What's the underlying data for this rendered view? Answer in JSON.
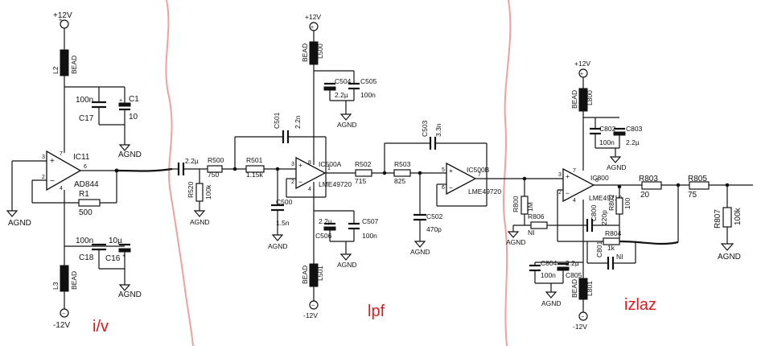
{
  "sections": {
    "iv": "i/v",
    "lpf": "lpf",
    "izlaz": "izlaz"
  },
  "colors": {
    "section_label": "#e0181c",
    "divider": "#f0a0a0",
    "wire": "#111111"
  },
  "rails": {
    "pos": "+12V",
    "neg": "-12V",
    "gnd": "AGND"
  },
  "iv": {
    "ic": "IC11",
    "part": "AD844",
    "bead_top": "L2",
    "bead_bot": "L3",
    "bead": "BEAD",
    "c1": "C1",
    "c1_val": "10",
    "c17": "C17",
    "c17_val": "100n",
    "c18": "C18",
    "c18_val": "100n",
    "c16": "C16",
    "c16_val": "10µ",
    "r1": "R1",
    "r1_val": "500",
    "pins": {
      "p7": "7",
      "p6": "6",
      "p4": "4",
      "p3": "3",
      "p2": "2"
    }
  },
  "lpf": {
    "cin": "2.2µ",
    "r500": "R500",
    "r500_val": "750",
    "r520": "R520",
    "r520_val": "100k",
    "r501": "R501",
    "r501_val": "1.15k",
    "c501": "C501",
    "c501_val": "2.2n",
    "c500": "C500",
    "c500_val": "1.5n",
    "ic_a": "IC500A",
    "part": "LME49720",
    "l500": "L500",
    "l501": "L501",
    "bead": "BEAD",
    "c504": "C504",
    "c504_val": "2.2µ",
    "c505": "C505",
    "c505_val": "100n",
    "c506": "C506",
    "c506_val": "2.2µ",
    "c507": "C507",
    "c507_val": "100n",
    "r502": "R502",
    "r502_val": "715",
    "r503": "R503",
    "r503_val": "825",
    "c503": "C503",
    "c503_val": "3.3n",
    "c502": "C502",
    "c502_val": "470p",
    "ic_b": "IC500B",
    "pins": {
      "p8": "8",
      "p3": "3",
      "p2": "2",
      "p1": "1",
      "p4": "4",
      "p5": "5",
      "p6": "6",
      "p7": "7"
    }
  },
  "izlaz": {
    "l800": "L800",
    "l801": "L801",
    "bead": "BEAD",
    "ic": "IC800",
    "part": "LME49710",
    "c802": "C802",
    "c802_val": "100n",
    "c803": "C803",
    "c803_val": "2.2µ",
    "c804": "C804",
    "c804_val": "100n",
    "c805": "C805",
    "c805_val": "2.2µ",
    "r800": "R800",
    "r800_val": "1M",
    "r806": "R806",
    "r806_val": "NI",
    "c800": "C800",
    "c800_val": "220p",
    "r802": "R802",
    "r802_val": "100",
    "r804": "R804",
    "r804_val": "1k",
    "c801": "C801",
    "c801_val": "NI",
    "r803": "R803",
    "r803_val": "20",
    "r805": "R805",
    "r805_val": "75",
    "r807": "R807",
    "r807_val": "100k",
    "pins": {
      "p7": "7",
      "p6": "6",
      "p3": "3",
      "p2": "2",
      "p4": "4"
    }
  }
}
